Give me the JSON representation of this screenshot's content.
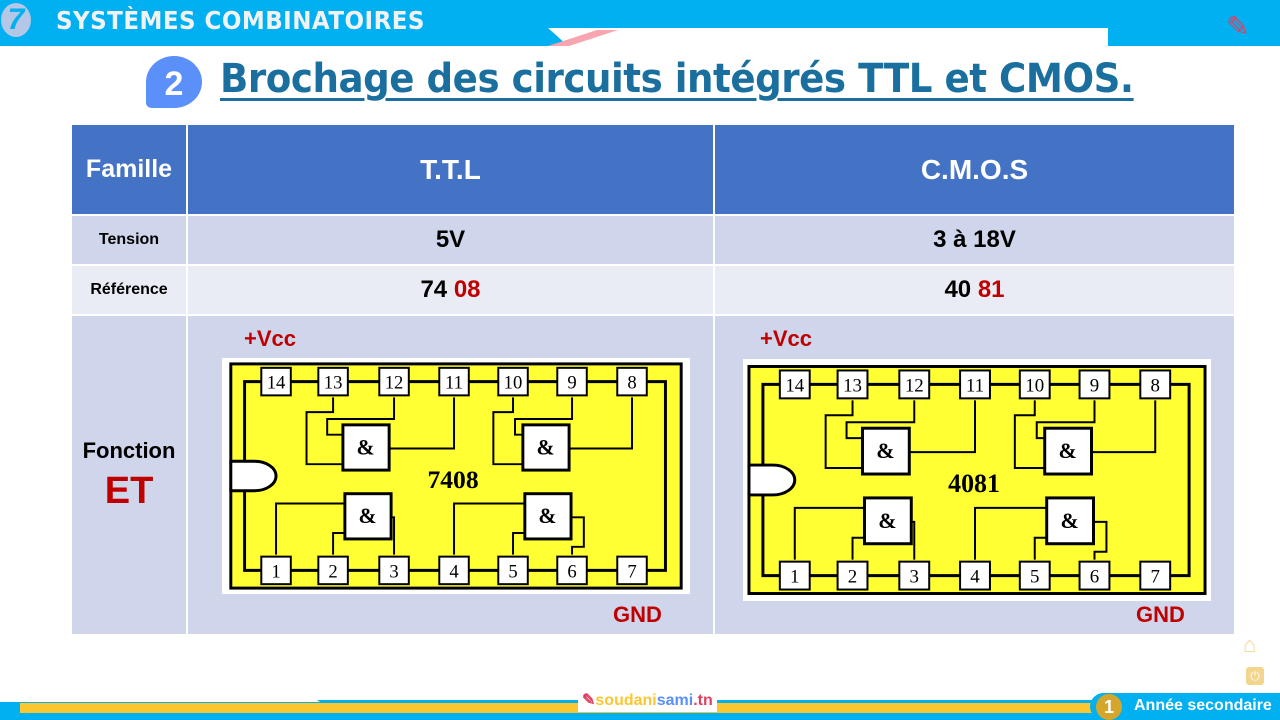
{
  "header": {
    "chapter_number": "7",
    "chapter_title": "SYSTÈMES COMBINATOIRES"
  },
  "section": {
    "number": "2",
    "title": "Brochage des circuits intégrés TTL et CMOS."
  },
  "table": {
    "headers": [
      "Famille",
      "T.T.L",
      "C.M.O.S"
    ],
    "tension": {
      "label": "Tension",
      "ttl": "5V",
      "cmos": "3 à 18V"
    },
    "reference": {
      "label": "Référence",
      "ttl_prefix": "74",
      "ttl_suffix": "08",
      "cmos_prefix": "40",
      "cmos_suffix": "81"
    },
    "fonction": {
      "label": "Fonction",
      "value": "ET"
    }
  },
  "chips": [
    {
      "label": "7408",
      "vcc": "+Vcc",
      "gnd": "GND",
      "top_pins": [
        "14",
        "13",
        "12",
        "11",
        "10",
        "9",
        "8"
      ],
      "bottom_pins": [
        "1",
        "2",
        "3",
        "4",
        "5",
        "6",
        "7"
      ],
      "gate_symbol": "&"
    },
    {
      "label": "4081",
      "vcc": "+Vcc",
      "gnd": "GND",
      "top_pins": [
        "14",
        "13",
        "12",
        "11",
        "10",
        "9",
        "8"
      ],
      "bottom_pins": [
        "1",
        "2",
        "3",
        "4",
        "5",
        "6",
        "7"
      ],
      "gate_symbol": "&"
    }
  ],
  "footer": {
    "site_a": "soudani",
    "site_b": "sami",
    "site_c": ".tn",
    "level_number": "1",
    "level_text": "Année secondaire"
  },
  "colors": {
    "header_blue": "#00b0f0",
    "table_header": "#4472c4",
    "accent_red": "#c00000",
    "chip_yellow": "#ffff33"
  }
}
